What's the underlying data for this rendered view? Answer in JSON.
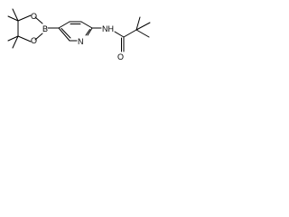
{
  "atoms": {
    "boron": "B",
    "oxygen_upper": "O",
    "oxygen_lower": "O",
    "nitrogen_ring": "N",
    "nitrogen_amide": "NH",
    "oxygen_carbonyl": "O"
  }
}
